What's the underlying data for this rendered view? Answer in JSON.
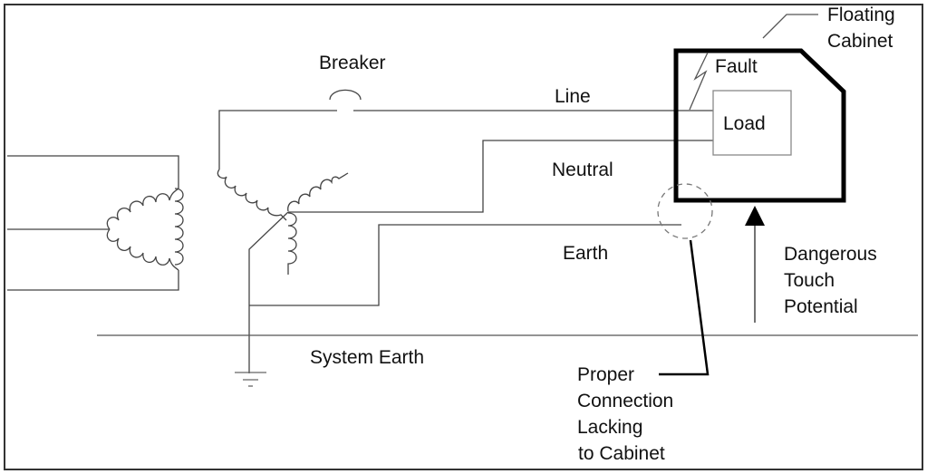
{
  "diagram": {
    "labels": {
      "breaker": "Breaker",
      "line": "Line",
      "neutral": "Neutral",
      "earth": "Earth",
      "system_earth": "System Earth",
      "load": "Load",
      "fault": "Fault",
      "floating_cabinet": [
        "Floating",
        "Cabinet"
      ],
      "dangerous_touch_potential": [
        "Dangerous",
        "Touch",
        "Potential"
      ],
      "proper_connection": [
        "Proper",
        "Connection",
        "Lacking",
        "to Cabinet"
      ]
    }
  }
}
